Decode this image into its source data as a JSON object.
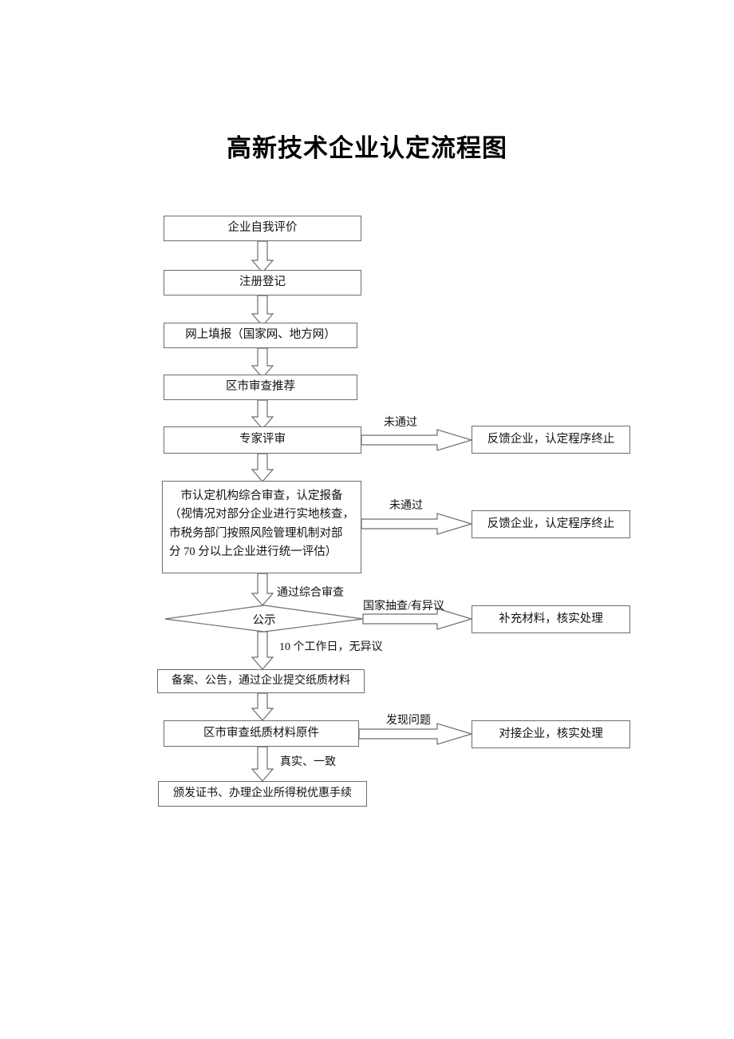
{
  "document": {
    "title": "高新技术企业认定流程图"
  },
  "flowchart": {
    "type": "flowchart",
    "orientation": "top-to-bottom",
    "nodes": [
      {
        "id": "self-eval",
        "shape": "rect",
        "text": "企业自我评价"
      },
      {
        "id": "register",
        "shape": "rect",
        "text": "注册登记"
      },
      {
        "id": "online-submit",
        "shape": "rect",
        "text": "网上填报（国家网、地方网）"
      },
      {
        "id": "district-review",
        "shape": "rect",
        "text": "区市审查推荐"
      },
      {
        "id": "expert-review",
        "shape": "rect",
        "text": "专家评审"
      },
      {
        "id": "city-review",
        "shape": "rect",
        "lines": [
          "市认定机构综合审查，认定报备",
          "（视情况对部分企业进行实地核查，",
          "市税务部门按照风险管理机制对部",
          "分 70 分以上企业进行统一评估）"
        ]
      },
      {
        "id": "publicity",
        "shape": "diamond",
        "text": "公示"
      },
      {
        "id": "record-announce",
        "shape": "rect",
        "text": "备案、公告，通过企业提交纸质材料"
      },
      {
        "id": "paper-check",
        "shape": "rect",
        "text": "区市审查纸质材料原件"
      },
      {
        "id": "issue-cert",
        "shape": "rect",
        "text": "颁发证书、办理企业所得税优惠手续"
      },
      {
        "id": "feedback-1",
        "shape": "rect",
        "text": "反馈企业，认定程序终止"
      },
      {
        "id": "feedback-2",
        "shape": "rect",
        "text": "反馈企业，认定程序终止"
      },
      {
        "id": "supplement",
        "shape": "rect",
        "text": "补充材料，核实处理"
      },
      {
        "id": "contact-company",
        "shape": "rect",
        "text": "对接企业，核实处理"
      }
    ],
    "edge_labels": {
      "expert_fail": "未通过",
      "city_fail": "未通过",
      "passed_review": "通过综合审查",
      "national_spotcheck": "国家抽查/有异议",
      "no_objection": "10 个工作日，无异议",
      "problem_found": "发现问题",
      "true_consistent": "真实、一致"
    }
  },
  "style": {
    "border_color": "#6d6d6d",
    "text_color": "#111111",
    "background": "#ffffff"
  }
}
